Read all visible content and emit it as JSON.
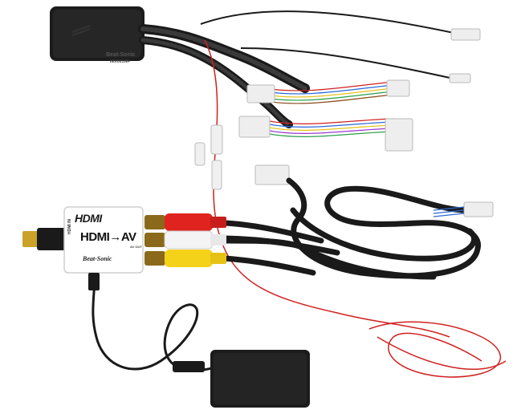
{
  "product": {
    "converter": {
      "hdmi_logo": "HDMI",
      "title": "HDMI→AV",
      "brand": "Beat-Sonic",
      "side_label": "HDMI IN",
      "sub_label": "AV OUT"
    },
    "interface_box": {
      "brand": "Beat-Sonic",
      "sticker": "IMX001WF"
    }
  },
  "colors": {
    "background": "#ffffff",
    "cable": "#1a1a1a",
    "red_wire": "#d0211f",
    "rca_red": "#e0231f",
    "rca_white": "#f4f4f4",
    "rca_yellow": "#f5d21a",
    "connector": "#eeeeee",
    "box": "#1c1c1c",
    "converter_body": "#ffffff"
  }
}
